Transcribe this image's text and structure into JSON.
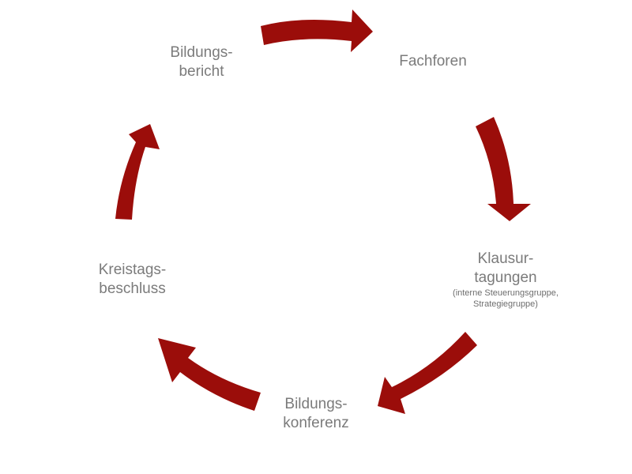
{
  "diagram": {
    "nodes": [
      {
        "id": "bildungsbericht",
        "lines": [
          "Bildungs-",
          "bericht"
        ]
      },
      {
        "id": "fachforen",
        "lines": [
          "Fachforen"
        ]
      },
      {
        "id": "klausurtagungen",
        "lines": [
          "Klausur-",
          "tagungen"
        ],
        "note_lines": [
          "(interne Steuerungsgruppe,",
          "Strategiegruppe)"
        ]
      },
      {
        "id": "bildungskonferenz",
        "lines": [
          "Bildungs-",
          "konferenz"
        ]
      },
      {
        "id": "kreistagsbeschluss",
        "lines": [
          "Kreistags-",
          "beschluss"
        ]
      }
    ],
    "arrow_color": "#9b0d0a",
    "text_color": "#7b7b7b",
    "flow": "clockwise cycle"
  }
}
